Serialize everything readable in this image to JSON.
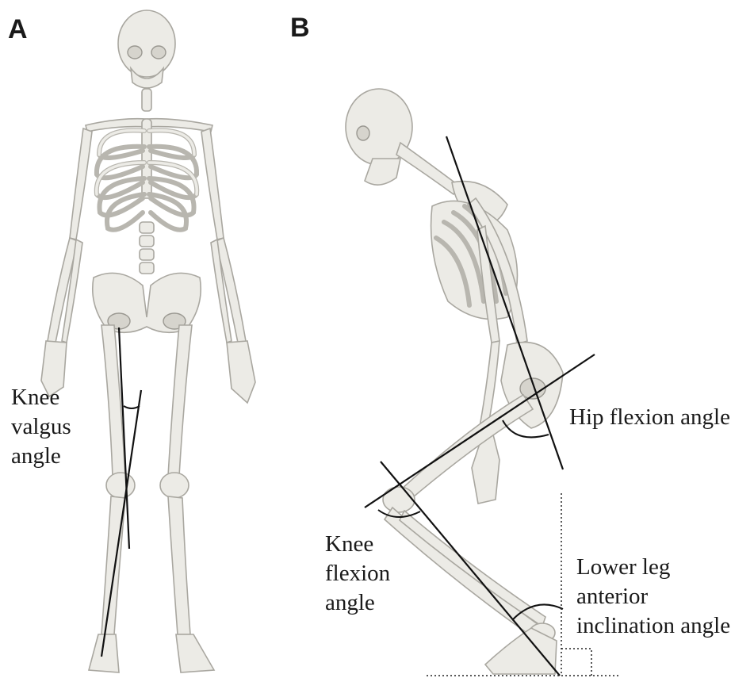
{
  "panels": {
    "a": {
      "letter": "A"
    },
    "b": {
      "letter": "B"
    }
  },
  "labels": {
    "knee_valgus": [
      "Knee",
      "valgus",
      "angle"
    ],
    "hip_flexion": [
      "Hip flexion angle"
    ],
    "knee_flexion": [
      "Knee",
      "flexion",
      "angle"
    ],
    "lower_leg": [
      "Lower leg",
      "anterior",
      "inclination angle"
    ]
  }
}
